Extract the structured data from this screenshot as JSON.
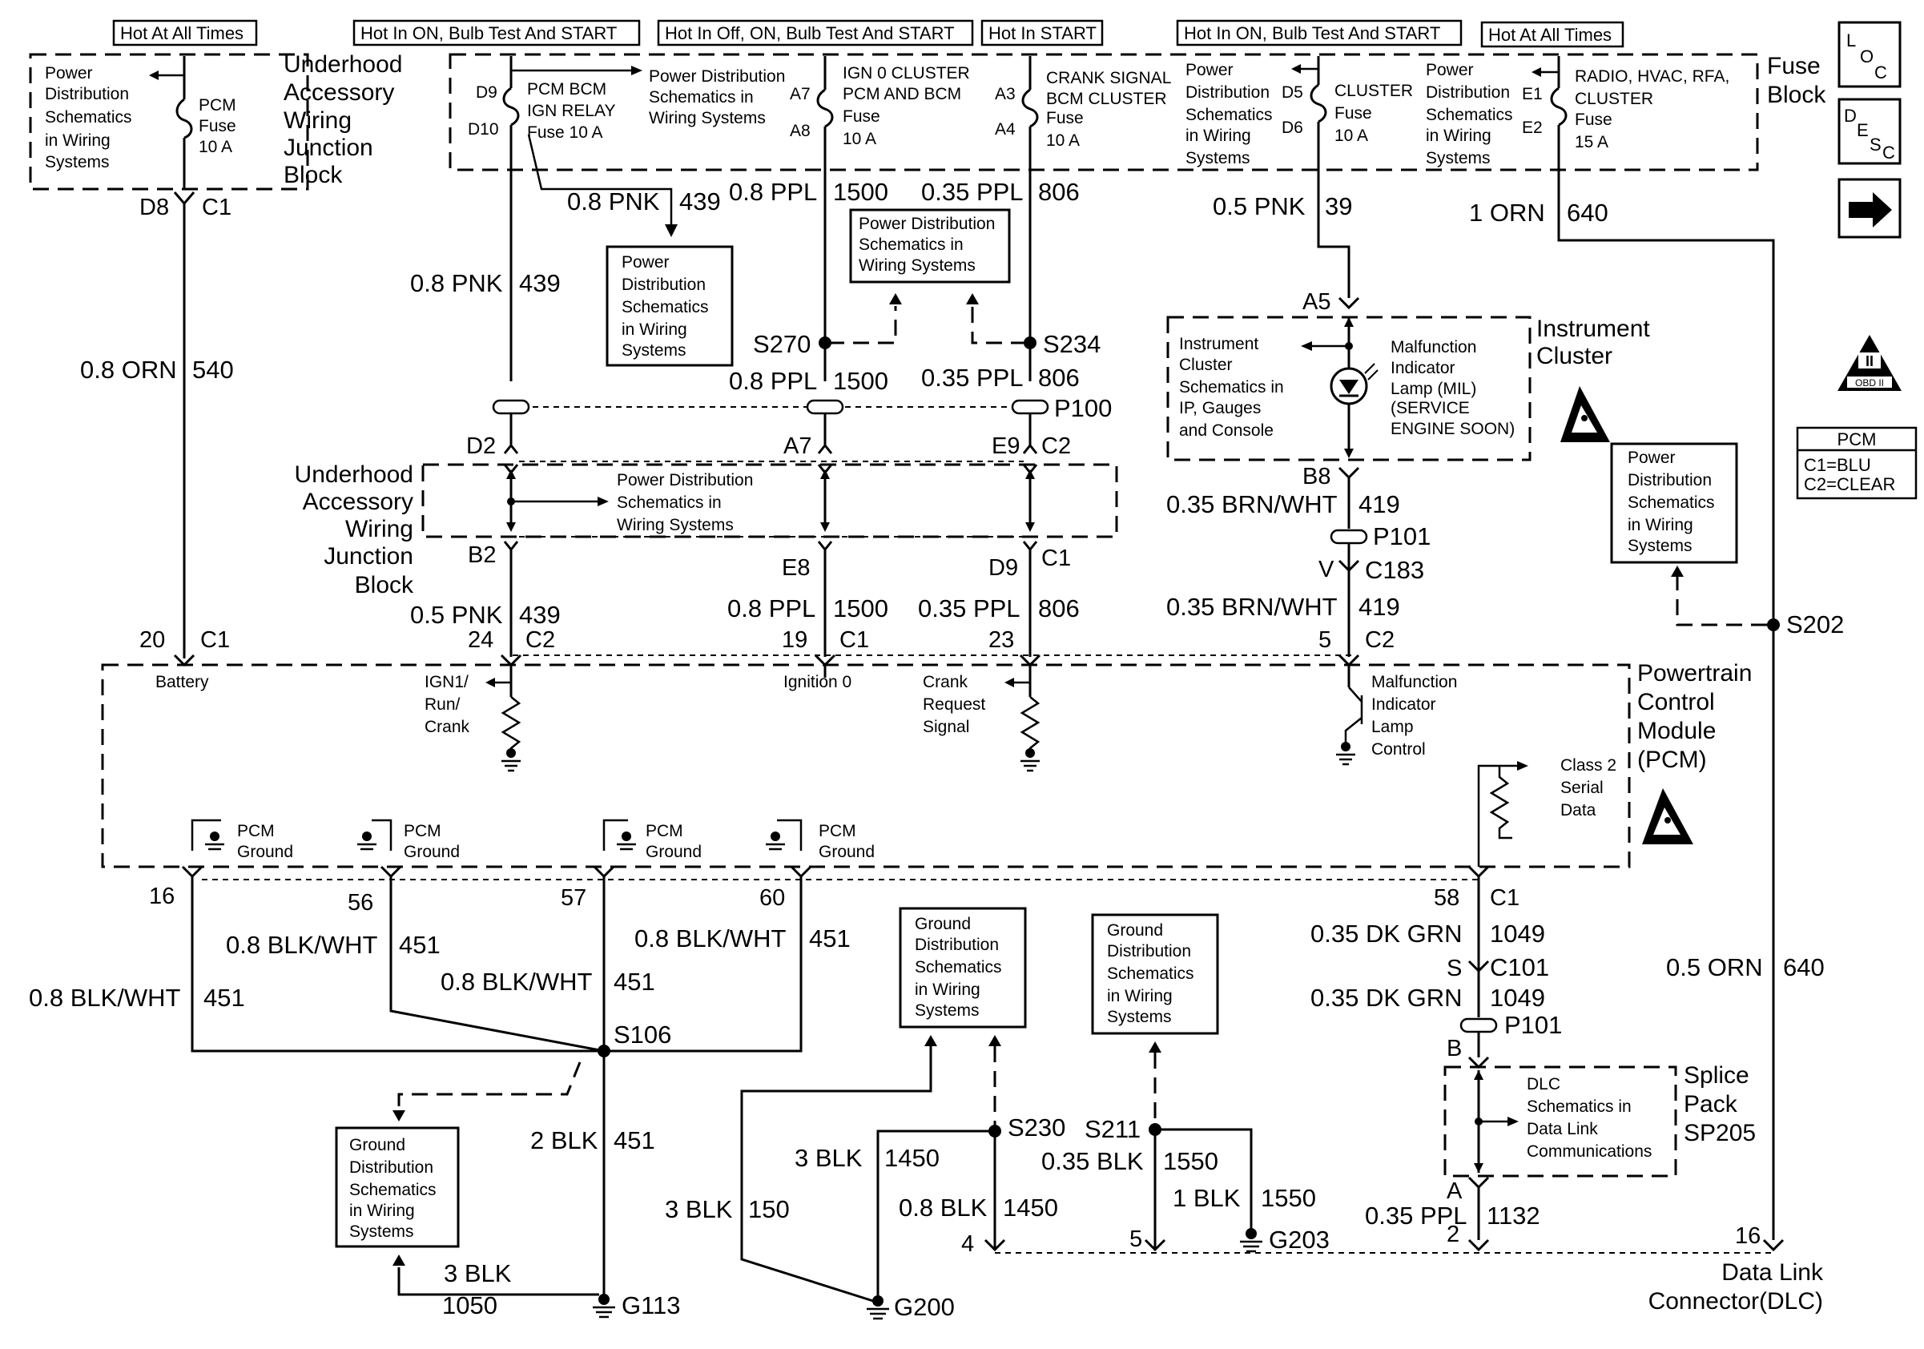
{
  "header_boxes": [
    "Hot At All Times",
    "Hot In ON, Bulb Test And START",
    "Hot In Off, ON, Bulb Test And START",
    "Hot In START",
    "Hot In ON, Bulb Test And START",
    "Hot At All Times"
  ],
  "side_buttons": {
    "loc": [
      "L",
      "O",
      "C"
    ],
    "desc": [
      "D",
      "E",
      "S",
      "C"
    ]
  },
  "obd": "OBD II",
  "pcm_legend": {
    "title": "PCM",
    "c1": "C1=BLU",
    "c2": "C2=CLEAR"
  },
  "blocks": {
    "uajb_top": [
      "Underhood",
      "Accessory",
      "Wiring",
      "Junction",
      "Block"
    ],
    "fuse_block": [
      "Fuse",
      "Block"
    ],
    "uajb_mid": [
      "Underhood",
      "Accessory",
      "Wiring",
      "Junction",
      "Block"
    ],
    "instrument_cluster": [
      "Instrument",
      "Cluster"
    ],
    "pcm": [
      "Powertrain",
      "Control",
      "Module",
      "(PCM)"
    ],
    "splice_pack": [
      "Splice",
      "Pack",
      "SP205"
    ],
    "dlc": [
      "Data Link",
      "Connector(DLC)"
    ]
  },
  "refs": {
    "pds_uajb": [
      "Power",
      "Distribution",
      "Schematics",
      "in Wiring",
      "Systems"
    ],
    "pds_fuse": [
      "Power Distribution",
      "Schematics in",
      "Wiring Systems"
    ],
    "pds_box1": [
      "Power",
      "Distribution",
      "Schematics",
      "in Wiring",
      "Systems"
    ],
    "pds_box2": [
      "Power Distribution",
      "Schematics in",
      "Wiring Systems"
    ],
    "pds_d5": [
      "Power",
      "Distribution",
      "Schematics",
      "in Wiring",
      "Systems"
    ],
    "pds_e1": [
      "Power",
      "Distribution",
      "Schematics",
      "in Wiring",
      "Systems"
    ],
    "pds_mid": [
      "Power Distribution",
      "Schematics in",
      "Wiring Systems"
    ],
    "ic_schem": [
      "Instrument",
      "Cluster",
      "Schematics in",
      "IP, Gauges",
      "and Console"
    ],
    "pds_right": [
      "Power",
      "Distribution",
      "Schematics",
      "in Wiring",
      "Systems"
    ],
    "gds_1": [
      "Ground",
      "Distribution",
      "Schematics",
      "in Wiring",
      "Systems"
    ],
    "gds_2": [
      "Ground",
      "Distribution",
      "Schematics",
      "in Wiring",
      "Systems"
    ],
    "gds_3": [
      "Ground",
      "Distribution",
      "Schematics",
      "in Wiring",
      "Systems"
    ],
    "dlc_schem": [
      "DLC",
      "Schematics in",
      "Data Link",
      "Communications"
    ]
  },
  "fuses": {
    "pcm": [
      "PCM",
      "Fuse",
      "10 A"
    ],
    "pcm_bcm": [
      "PCM BCM",
      "IGN RELAY",
      "Fuse 10 A"
    ],
    "ign0": [
      "IGN 0 CLUSTER",
      "PCM AND BCM",
      "Fuse",
      "10 A"
    ],
    "crank": [
      "CRANK SIGNAL",
      "BCM CLUSTER",
      "Fuse",
      "10 A"
    ],
    "cluster": [
      "CLUSTER",
      "Fuse",
      "10 A"
    ],
    "radio": [
      "RADIO, HVAC, RFA,",
      "CLUSTER",
      "Fuse",
      "15 A"
    ]
  },
  "mil": [
    "Malfunction",
    "Indicator",
    "Lamp (MIL)",
    "(SERVICE",
    "ENGINE SOON)"
  ],
  "pcm_internal": {
    "battery": "Battery",
    "ign1": [
      "IGN1/",
      "Run/",
      "Crank"
    ],
    "ign0": "Ignition 0",
    "crank": [
      "Crank",
      "Request",
      "Signal"
    ],
    "mil_ctrl": [
      "Malfunction",
      "Indicator",
      "Lamp",
      "Control"
    ],
    "class2": [
      "Class 2",
      "Serial",
      "Data"
    ],
    "ground": [
      "PCM",
      "Ground"
    ]
  },
  "pins": {
    "d9": "D9",
    "d10": "D10",
    "a7": "A7",
    "a8": "A8",
    "a3": "A3",
    "a4": "A4",
    "d5": "D5",
    "d6": "D6",
    "e1": "E1",
    "e2": "E2",
    "d8": "D8",
    "c1": "C1",
    "c2": "C2",
    "d2": "D2",
    "e9": "E9",
    "b2": "B2",
    "e8": "E8",
    "d9b": "D9",
    "a5": "A5",
    "b8": "B8",
    "v": "V",
    "s": "S",
    "b": "B",
    "a": "A",
    "p20": "20",
    "p24": "24",
    "p19": "19",
    "p23": "23",
    "p5": "5",
    "p16": "16",
    "p56": "56",
    "p57": "57",
    "p60": "60",
    "p58": "58",
    "d4": "4",
    "d5n": "5",
    "d2n": "2",
    "d16": "16"
  },
  "connectors": {
    "p100": "P100",
    "p101": "P101",
    "c183": "C183",
    "c101": "C101"
  },
  "splices": {
    "s270": "S270",
    "s234": "S234",
    "s202": "S202",
    "s106": "S106",
    "s230": "S230",
    "s211": "S211"
  },
  "grounds": {
    "g113": "G113",
    "g200": "G200",
    "g203": "G203"
  },
  "wires": {
    "pnk439": [
      "0.8 PNK",
      "439"
    ],
    "ppl1500": [
      "0.8 PPL",
      "1500"
    ],
    "ppl806": [
      "0.35 PPL",
      "806"
    ],
    "pnk39": [
      "0.5 PNK",
      "39"
    ],
    "orn640_1": [
      "1 ORN",
      "640"
    ],
    "orn540": [
      "0.8 ORN",
      "540"
    ],
    "pnk439b": [
      "0.5 PNK",
      "439"
    ],
    "brnwht": [
      "0.35 BRN/WHT",
      "419"
    ],
    "blkwht": [
      "0.8 BLK/WHT",
      "451"
    ],
    "blk451": [
      "2 BLK",
      "451"
    ],
    "blk1050": [
      "3 BLK",
      "1050"
    ],
    "blk150": [
      "3 BLK",
      "150"
    ],
    "blk1450_3": [
      "3 BLK",
      "1450"
    ],
    "blk1450": [
      "0.8 BLK",
      "1450"
    ],
    "blk1550_35": [
      "0.35 BLK",
      "1550"
    ],
    "blk1550_1": [
      "1 BLK",
      "1550"
    ],
    "dkgrn": [
      "0.35 DK GRN",
      "1049"
    ],
    "orn640_05": [
      "0.5 ORN",
      "640"
    ],
    "ppl1132": [
      "0.35 PPL",
      "1132"
    ]
  }
}
